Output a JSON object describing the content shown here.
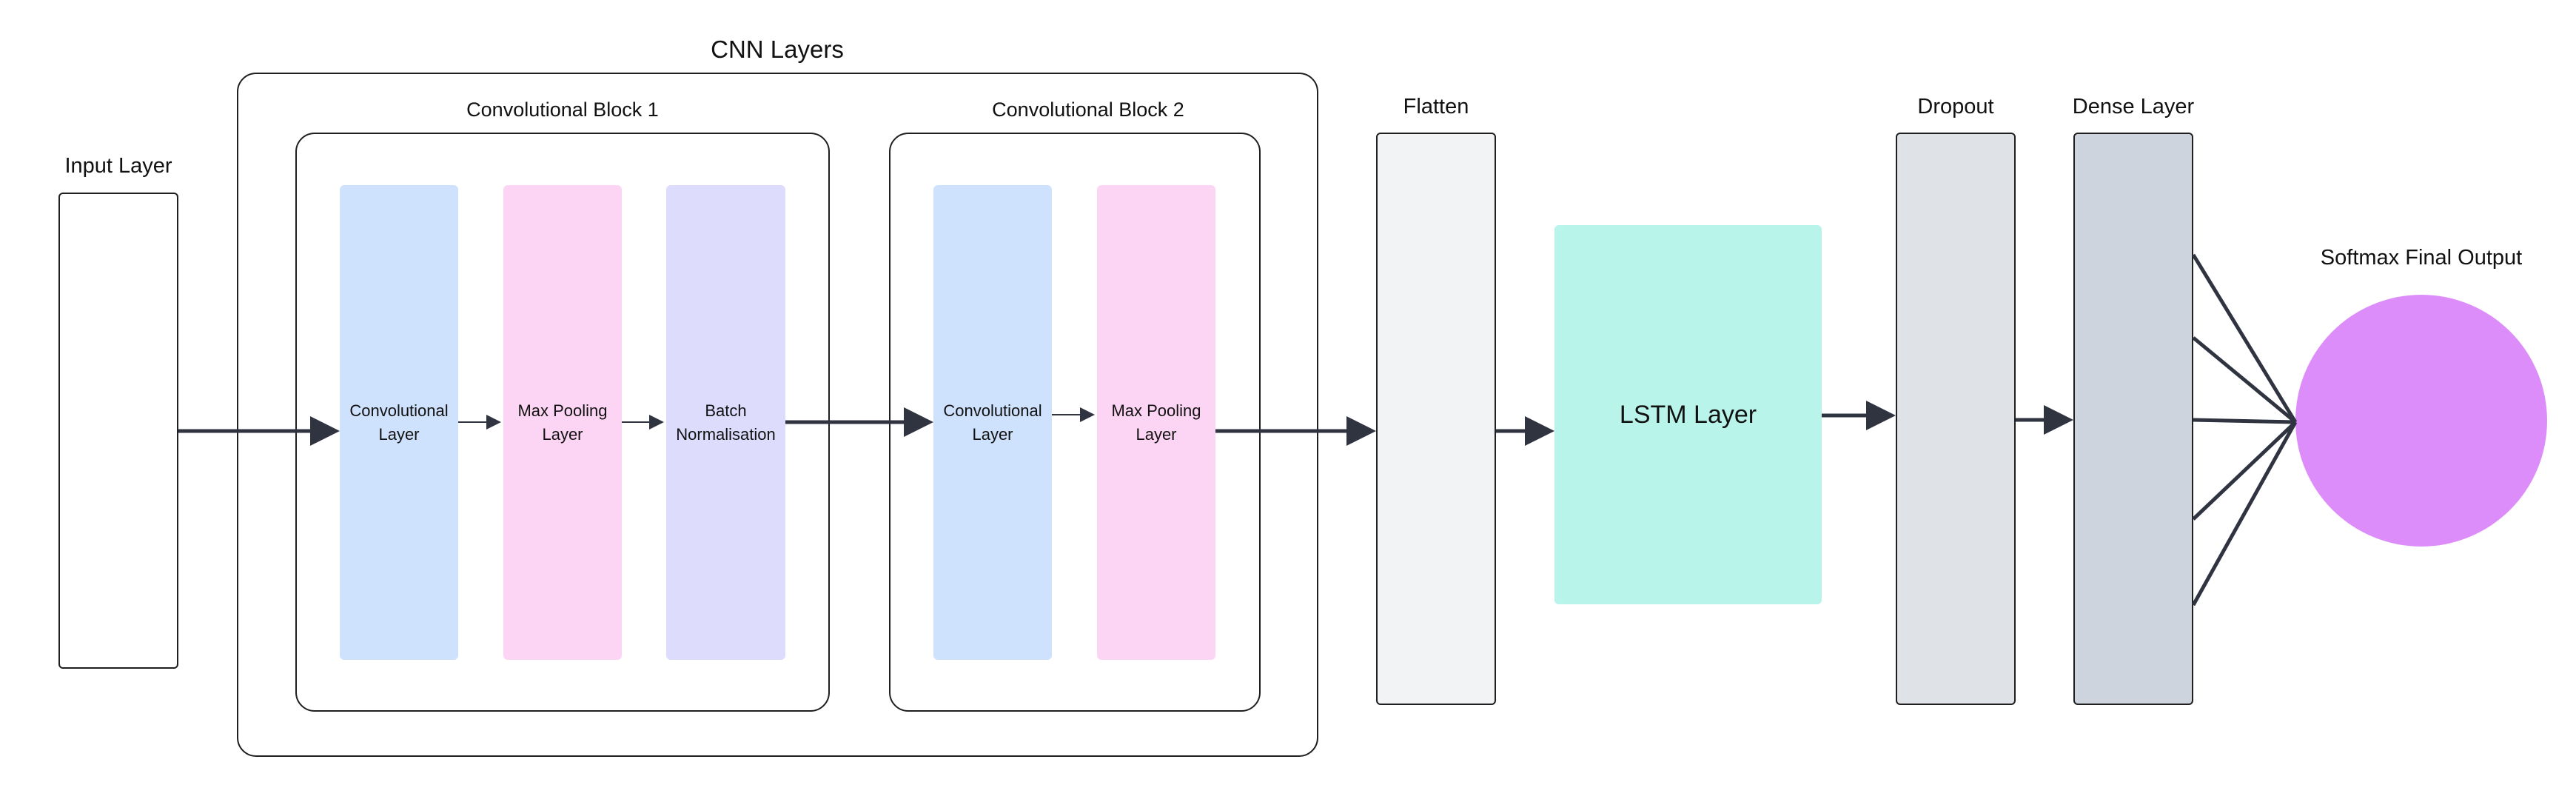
{
  "diagram": {
    "input_layer": {
      "label": "Input Layer"
    },
    "cnn_group": {
      "label": "CNN Layers",
      "block1": {
        "label": "Convolutional Block 1",
        "conv": {
          "line1": "Convolutional",
          "line2": "Layer"
        },
        "pool": {
          "line1": "Max Pooling",
          "line2": "Layer"
        },
        "norm": {
          "line1": "Batch",
          "line2": "Normalisation"
        }
      },
      "block2": {
        "label": "Convolutional Block 2",
        "conv": {
          "line1": "Convolutional",
          "line2": "Layer"
        },
        "pool": {
          "line1": "Max Pooling",
          "line2": "Layer"
        }
      }
    },
    "flatten": {
      "label": "Flatten"
    },
    "lstm": {
      "label": "LSTM Layer"
    },
    "dropout": {
      "label": "Dropout"
    },
    "dense": {
      "label": "Dense Layer"
    },
    "softmax": {
      "label": "Softmax Final Output"
    }
  },
  "colors": {
    "conv": "#cfe2fd",
    "pool": "#fdd5f4",
    "norm": "#dedcfd",
    "flatten": "#f2f3f5",
    "lstm": "#b9f4eb",
    "dropout": "#dfe2e6",
    "dense": "#cdd4dd",
    "softmax": "#dc8dfa",
    "line": "#2f3440"
  }
}
